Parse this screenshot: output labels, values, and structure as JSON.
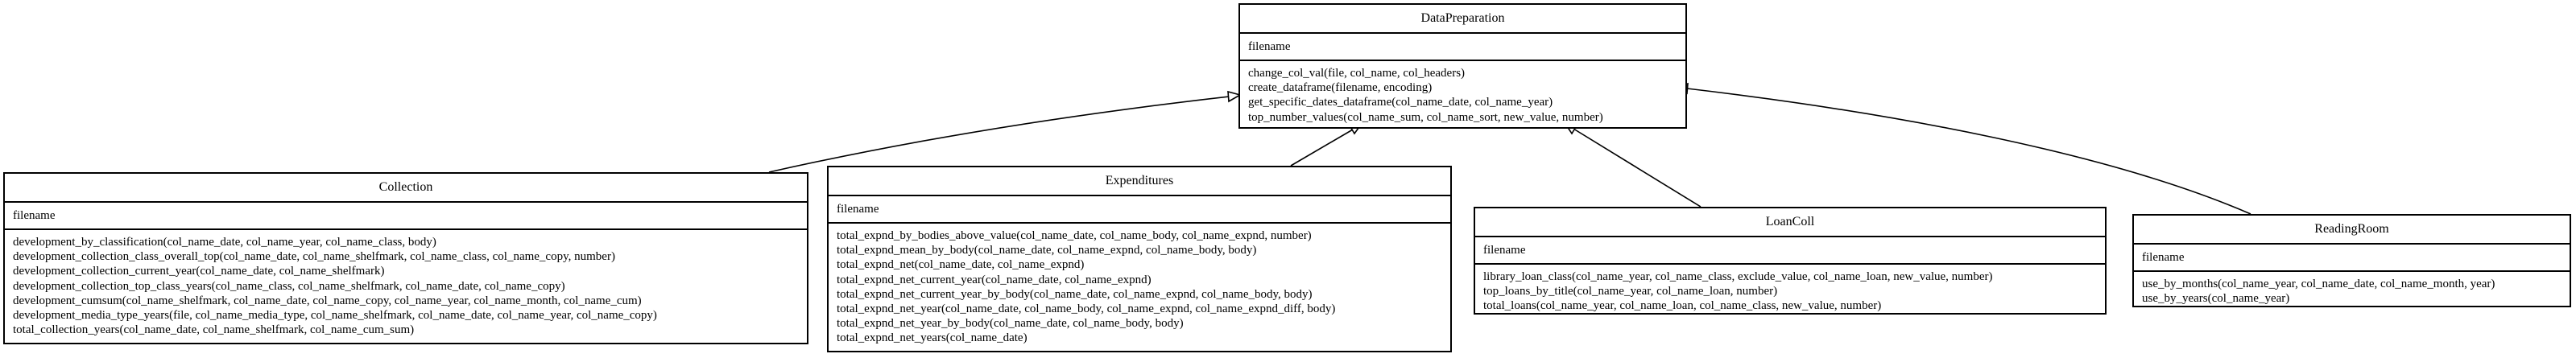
{
  "classes": {
    "data_preparation": {
      "name": "DataPreparation",
      "attributes": [
        "filename"
      ],
      "methods": [
        "change_col_val(file, col_name, col_headers)",
        "create_dataframe(filename, encoding)",
        "get_specific_dates_dataframe(col_name_date, col_name_year)",
        "top_number_values(col_name_sum, col_name_sort, new_value, number)"
      ]
    },
    "collection": {
      "name": "Collection",
      "attributes": [
        "filename"
      ],
      "methods": [
        "development_by_classification(col_name_date, col_name_year, col_name_class, body)",
        "development_collection_class_overall_top(col_name_date, col_name_shelfmark, col_name_class, col_name_copy, number)",
        "development_collection_current_year(col_name_date, col_name_shelfmark)",
        "development_collection_top_class_years(col_name_class, col_name_shelfmark, col_name_date, col_name_copy)",
        "development_cumsum(col_name_shelfmark, col_name_date, col_name_copy, col_name_year, col_name_month, col_name_cum)",
        "development_media_type_years(file, col_name_media_type, col_name_shelfmark, col_name_date, col_name_year, col_name_copy)",
        "total_collection_years(col_name_date, col_name_shelfmark, col_name_cum_sum)"
      ]
    },
    "expenditures": {
      "name": "Expenditures",
      "attributes": [
        "filename"
      ],
      "methods": [
        "total_expnd_by_bodies_above_value(col_name_date, col_name_body, col_name_expnd, number)",
        "total_expnd_mean_by_body(col_name_date, col_name_expnd, col_name_body, body)",
        "total_expnd_net(col_name_date, col_name_expnd)",
        "total_expnd_net_current_year(col_name_date, col_name_expnd)",
        "total_expnd_net_current_year_by_body(col_name_date, col_name_expnd, col_name_body, body)",
        "total_expnd_net_year(col_name_date, col_name_body, col_name_expnd, col_name_expnd_diff, body)",
        "total_expnd_net_year_by_body(col_name_date, col_name_body, body)",
        "total_expnd_net_years(col_name_date)"
      ]
    },
    "loan_coll": {
      "name": "LoanColl",
      "attributes": [
        "filename"
      ],
      "methods": [
        "library_loan_class(col_name_year, col_name_class, exclude_value, col_name_loan, new_value, number)",
        "top_loans_by_title(col_name_year, col_name_loan, number)",
        "total_loans(col_name_year, col_name_loan, col_name_class, new_value, number)"
      ]
    },
    "reading_room": {
      "name": "ReadingRoom",
      "attributes": [
        "filename"
      ],
      "methods": [
        "use_by_months(col_name_year, col_name_date, col_name_month, year)",
        "use_by_years(col_name_year)"
      ]
    }
  }
}
